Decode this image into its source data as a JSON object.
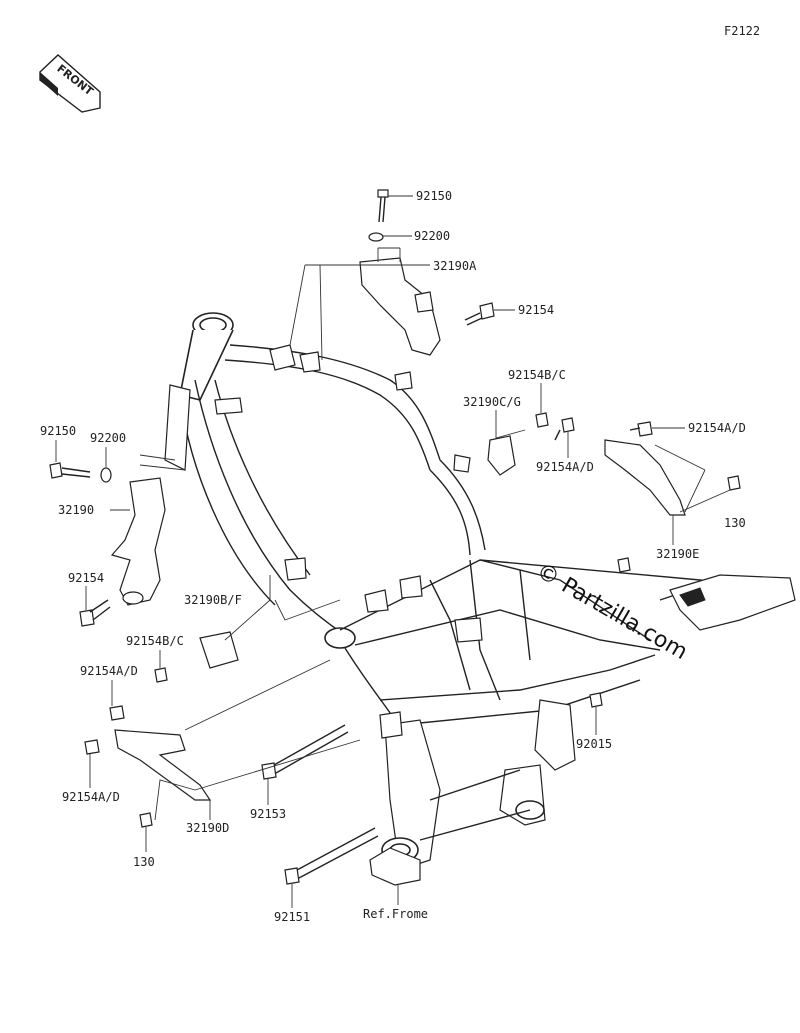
{
  "figure_code": "F2122",
  "front_label": "FRONT",
  "watermark": "© Partzilla.com",
  "labels": {
    "l92150_top": "92150",
    "l92200_top": "92200",
    "l32190A": "32190A",
    "l92154_top": "92154",
    "l92154BC_r": "92154B/C",
    "l32190CG": "32190C/G",
    "l92154AD_mid": "92154A/D",
    "l92154AD_r": "92154A/D",
    "l130_r": "130",
    "l32190E": "32190E",
    "l92150_l": "92150",
    "l92200_l": "92200",
    "l32190": "32190",
    "l92154_l": "92154",
    "l32190BF": "32190B/F",
    "l92154BC_l": "92154B/C",
    "l92154AD_l": "92154A/D",
    "l92154AD_l2": "92154A/D",
    "l32190D": "32190D",
    "l130_l": "130",
    "l92153": "92153",
    "l92015": "92015",
    "l92151": "92151",
    "lRefFrame": "Ref.Frome"
  },
  "colors": {
    "line": "#222222",
    "background": "#ffffff"
  }
}
